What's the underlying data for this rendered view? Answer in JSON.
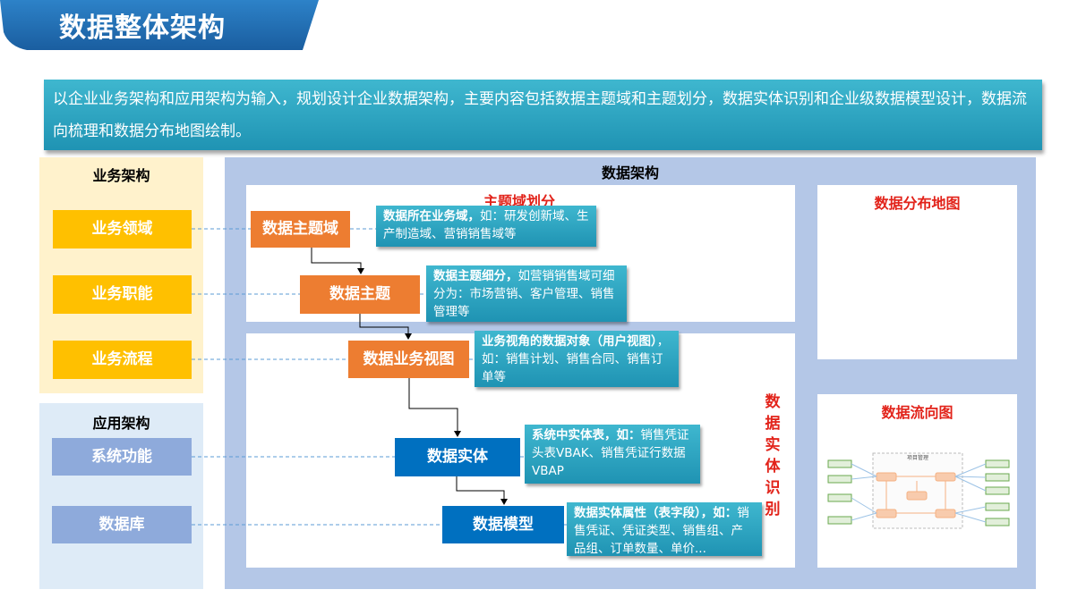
{
  "header": {
    "title": "数据整体架构",
    "colors": {
      "tab": "#1f6fb5",
      "accent": "#e2231a"
    }
  },
  "intro": {
    "text": "以企业业务架构和应用架构为输入，规划设计企业数据架构，主要内容包括数据主题域和主题划分，数据实体识别和企业级数据模型设计，数据流向梳理和数据分布地图绘制。"
  },
  "business_arch": {
    "title": "业务架构",
    "items": [
      "业务领域",
      "业务职能",
      "业务流程"
    ]
  },
  "application_arch": {
    "title": "应用架构",
    "items": [
      "系统功能",
      "数据库"
    ]
  },
  "data_arch": {
    "title": "数据架构",
    "subject_section_title": "主题域划分",
    "entity_section_label": "数据实体识别",
    "distribution_map_title": "数据分布地图",
    "flow_chart_title": "数据流向图",
    "flow_chart_center_label": "项目管理",
    "nodes": {
      "subject_domain": "数据主题域",
      "subject": "数据主题",
      "business_view": "数据业务视图",
      "entity": "数据实体",
      "model": "数据模型"
    },
    "notes": {
      "subject_domain_bold": "数据所在业务域，",
      "subject_domain_rest": "如：研发创新域、生产制造域、营销销售域等",
      "subject_bold": "数据主题细分，",
      "subject_rest": "如营销销售域可细分为：市场营销、客户管理、销售管理等",
      "business_view_bold": "业务视角的数据对象（用户视图）",
      "business_view_rest": "，如：销售计划、销售合同、销售订单等",
      "entity_bold": "系统中实体表，如：",
      "entity_rest": "销售凭证头表VBAK、销售凭证行数据VBAP",
      "model_bold": "数据实体属性（表字段），如：",
      "model_rest": "销售凭证、凭证类型、销售组、产品组、订单数量、单价..."
    }
  }
}
